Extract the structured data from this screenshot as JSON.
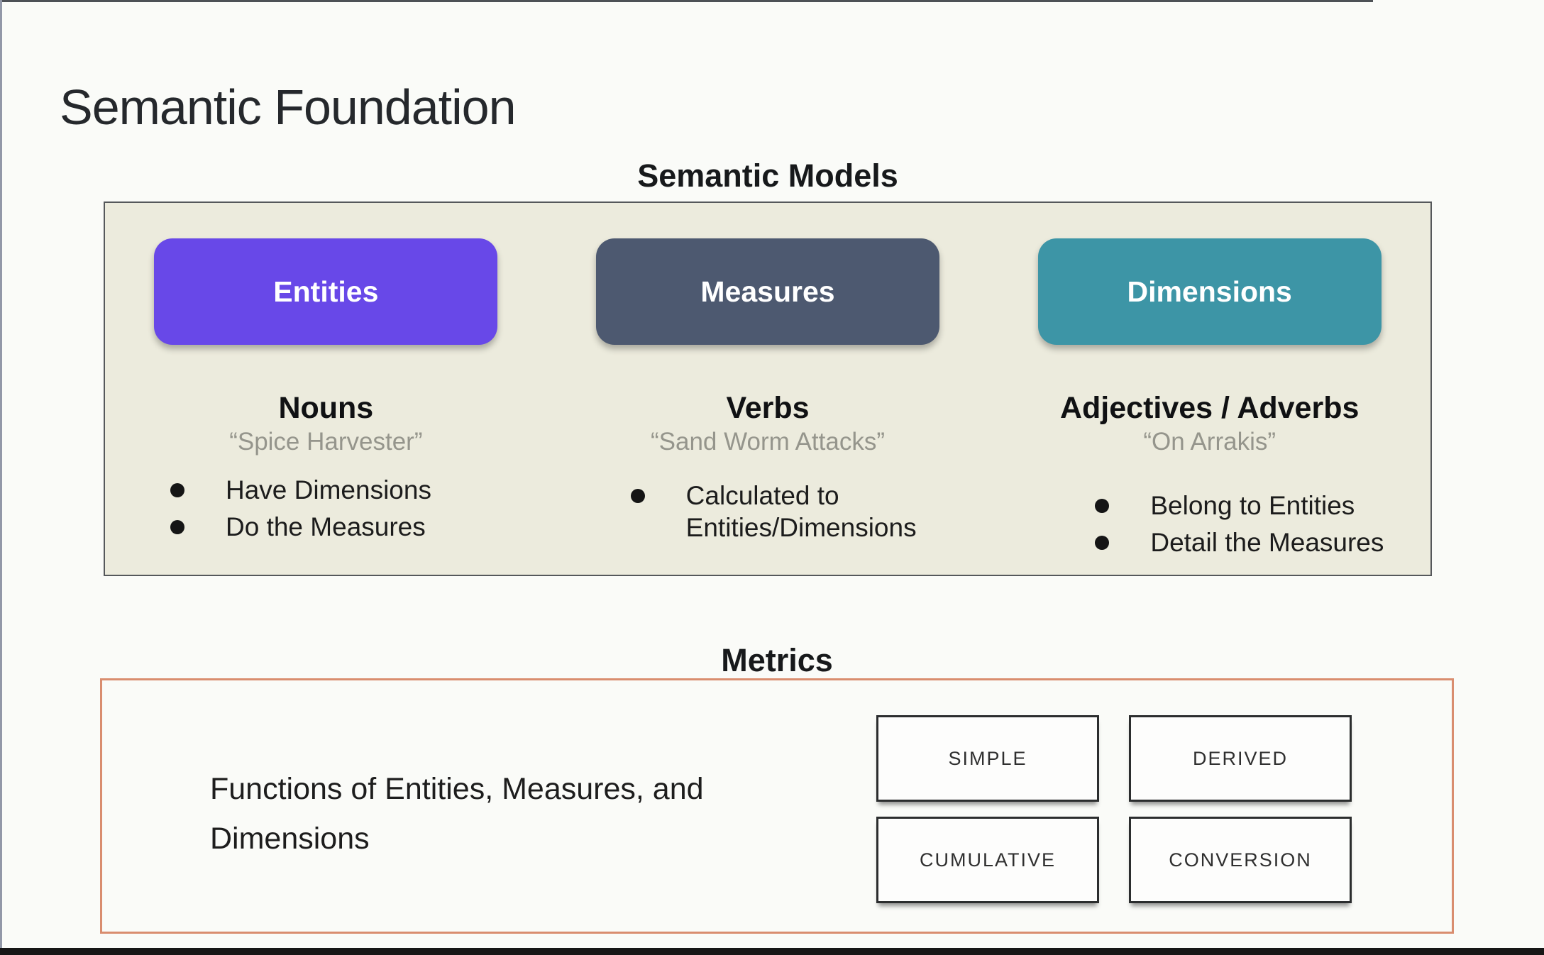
{
  "slide": {
    "title": "Semantic Foundation"
  },
  "semantic_models": {
    "heading": "Semantic Models",
    "panel_bg": "#ECEBDD",
    "columns": [
      {
        "pill_label": "Entities",
        "pill_color": "#6848E8",
        "role": "Nouns",
        "example": "“Spice Harvester”",
        "bullets": [
          "Have Dimensions",
          "Do the Measures"
        ]
      },
      {
        "pill_label": "Measures",
        "pill_color": "#4D5970",
        "role": "Verbs",
        "example": "“Sand Worm Attacks”",
        "bullets": [
          "Calculated to Entities/Dimensions"
        ]
      },
      {
        "pill_label": "Dimensions",
        "pill_color": "#3D95A6",
        "role": "Adjectives / Adverbs",
        "example": "“On Arrakis”",
        "bullets": [
          "Belong to Entities",
          "Detail the Measures"
        ]
      }
    ]
  },
  "metrics": {
    "heading": "Metrics",
    "description": "Functions of Entities, Measures, and Dimensions",
    "border_color": "#D98D6F",
    "types": [
      "SIMPLE",
      "DERIVED",
      "CUMULATIVE",
      "CONVERSION"
    ]
  }
}
